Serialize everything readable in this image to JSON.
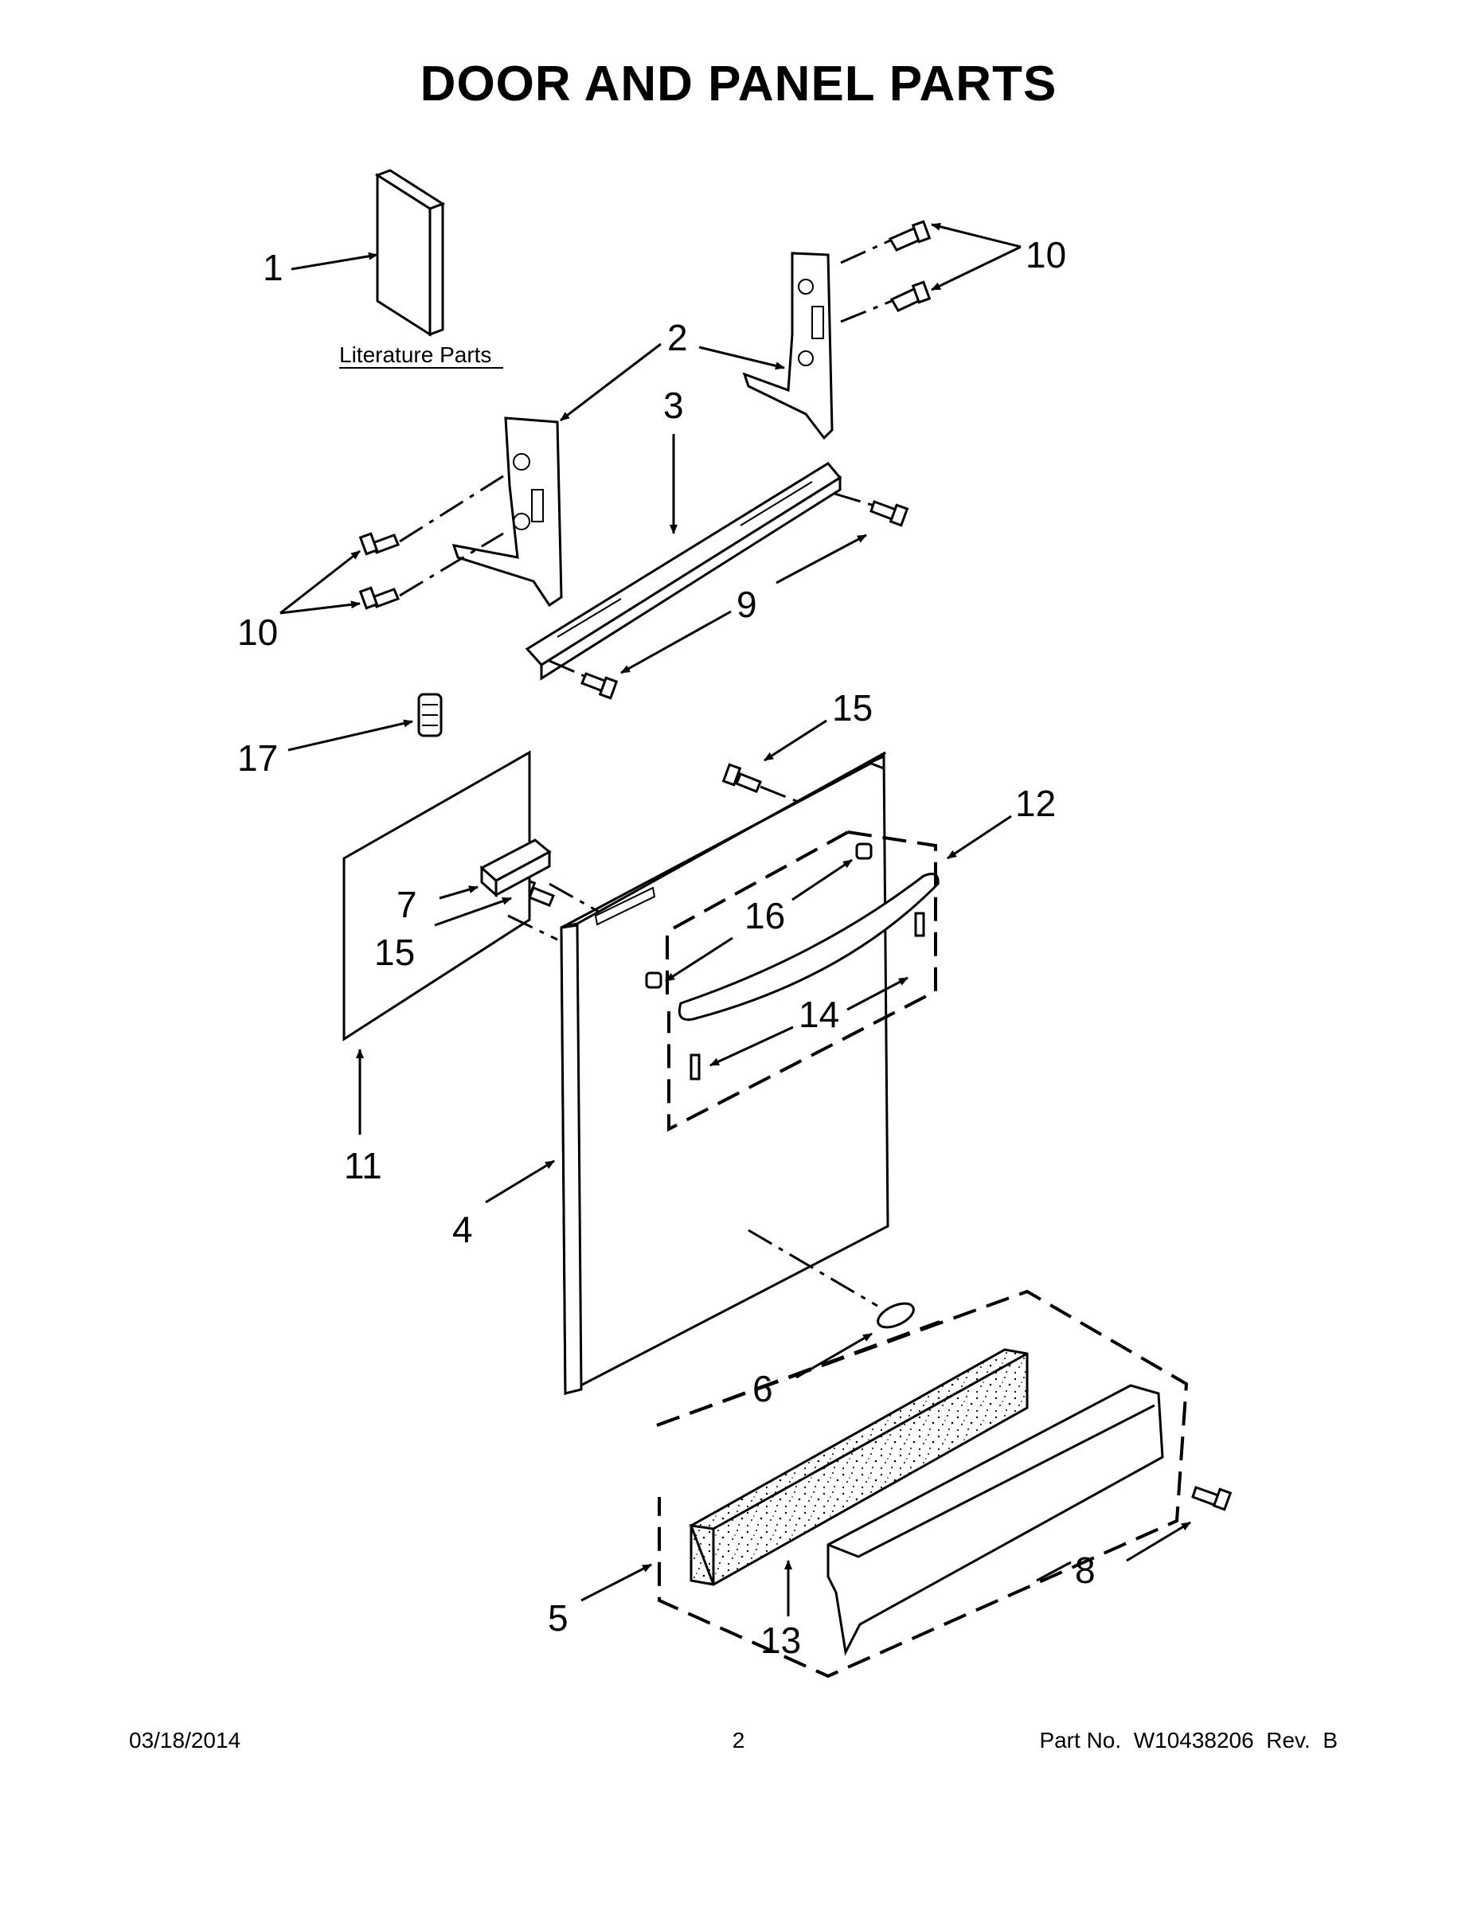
{
  "title": "DOOR AND PANEL PARTS",
  "literature_label": "Literature Parts",
  "callouts": {
    "c1": "1",
    "c2": "2",
    "c3": "3",
    "c4": "4",
    "c5": "5",
    "c6": "6",
    "c7": "7",
    "c8": "8",
    "c9": "9",
    "c10a": "10",
    "c10b": "10",
    "c11": "11",
    "c12": "12",
    "c13": "13",
    "c14": "14",
    "c15a": "15",
    "c15b": "15",
    "c16": "16",
    "c17": "17"
  },
  "footer": {
    "date": "03/18/2014",
    "page": "2",
    "part": "Part No.  W10438206  Rev.  B"
  }
}
